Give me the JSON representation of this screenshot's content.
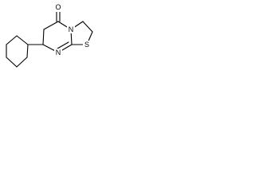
{
  "diagram": {
    "atoms": {
      "oxygen": "O",
      "nitrogen_ring": "N",
      "nitrogen_imine": "N",
      "sulfur": "S"
    }
  }
}
